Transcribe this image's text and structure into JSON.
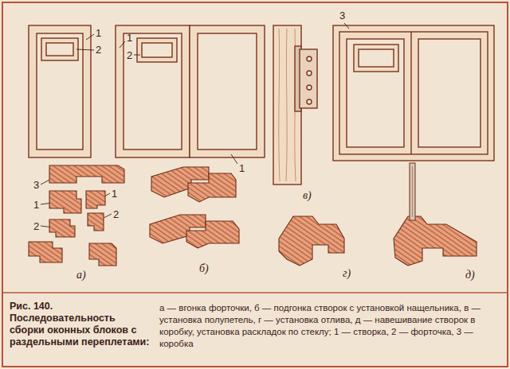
{
  "diagram": {
    "caption": "Рис. 140. Последовательность сборки оконных блоков с раздельными переплетами:",
    "labels": [
      "1",
      "2",
      "1",
      "2",
      "1",
      "3",
      "в)",
      "3",
      "1",
      "1",
      "2",
      "2",
      "а)",
      "б)",
      "г)",
      "д)",
      "а — вгонка форточки, б — подгонка створок с установкой нащельника, в — установка полупетель, г — установка отлива, д — навешивание створок в коробку, установка раскладок по стеклу; 1 — створка, 2 — форточка, 3 — коробка"
    ]
  }
}
